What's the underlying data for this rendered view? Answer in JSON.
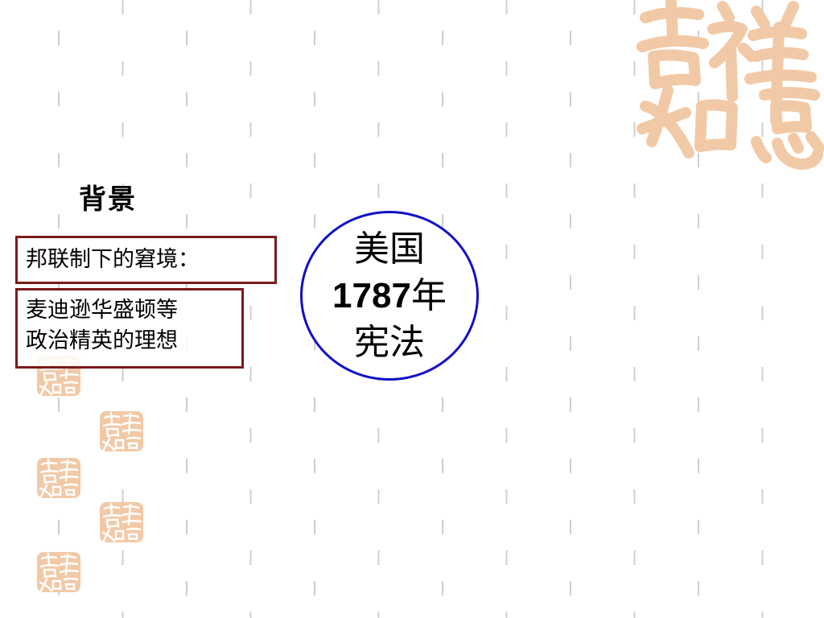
{
  "slide": {
    "heading": "背景",
    "boxes": {
      "predicament": "邦联制下的窘境：",
      "ideal_line1": "麦迪逊华盛顿等",
      "ideal_line2": "政治精英的理想"
    },
    "circle": {
      "line1": "美国",
      "line2_year": "1787",
      "line2_suffix": "年",
      "line3": "宪法"
    }
  },
  "colors": {
    "box_border": "#7a1a1a",
    "circle_border": "#1010c8",
    "dash_lines": "#cfcfcf",
    "seal_fill": "#f2c9a6"
  },
  "decorations": {
    "large_seal": "jixiang-ruyi-calligraphy-seal",
    "small_seals": "jixiang-ruyi-seal-stamps"
  }
}
